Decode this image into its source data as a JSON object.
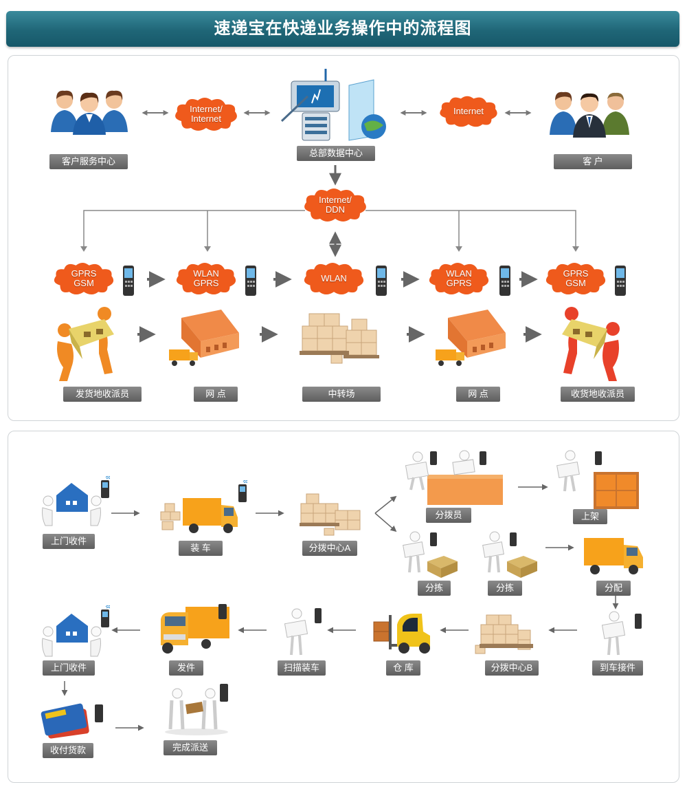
{
  "title": "速递宝在快递业务操作中的流程图",
  "top": {
    "customer_service_label": "客户服务中心",
    "hq_label": "总部数据中心",
    "customer_label": "客 户",
    "cloud_left": "Internet/\nInternet",
    "cloud_right": "Internet",
    "cloud_center": "Internet/\nDDN",
    "net_clouds": [
      "GPRS\nGSM",
      "WLAN\nGPRS",
      "WLAN",
      "WLAN\nGPRS",
      "GPRS\nGSM"
    ],
    "stations": [
      "发货地收派员",
      "网 点",
      "中转场",
      "网 点",
      "收货地收派员"
    ]
  },
  "bottom": {
    "nodes": {
      "pickup1": "上门收件",
      "load": "装 车",
      "hubA": "分拨中心A",
      "sorter": "分拨员",
      "shelf": "上架",
      "pick1": "分拣",
      "pick2": "分拣",
      "dispatch": "分配",
      "arrive": "到车接件",
      "hubB": "分拨中心B",
      "warehouse": "仓 库",
      "scan_load": "扫描装车",
      "send": "发件",
      "pickup2": "上门收件",
      "pay": "收付货款",
      "done": "完成派送"
    }
  },
  "colors": {
    "title_bar": "#1f6677",
    "cloud": "#ef5a1c",
    "label_bg": "#6b6b6b",
    "arrow": "#666666",
    "box": "#f39a4c",
    "truck": "#f7a21b"
  }
}
